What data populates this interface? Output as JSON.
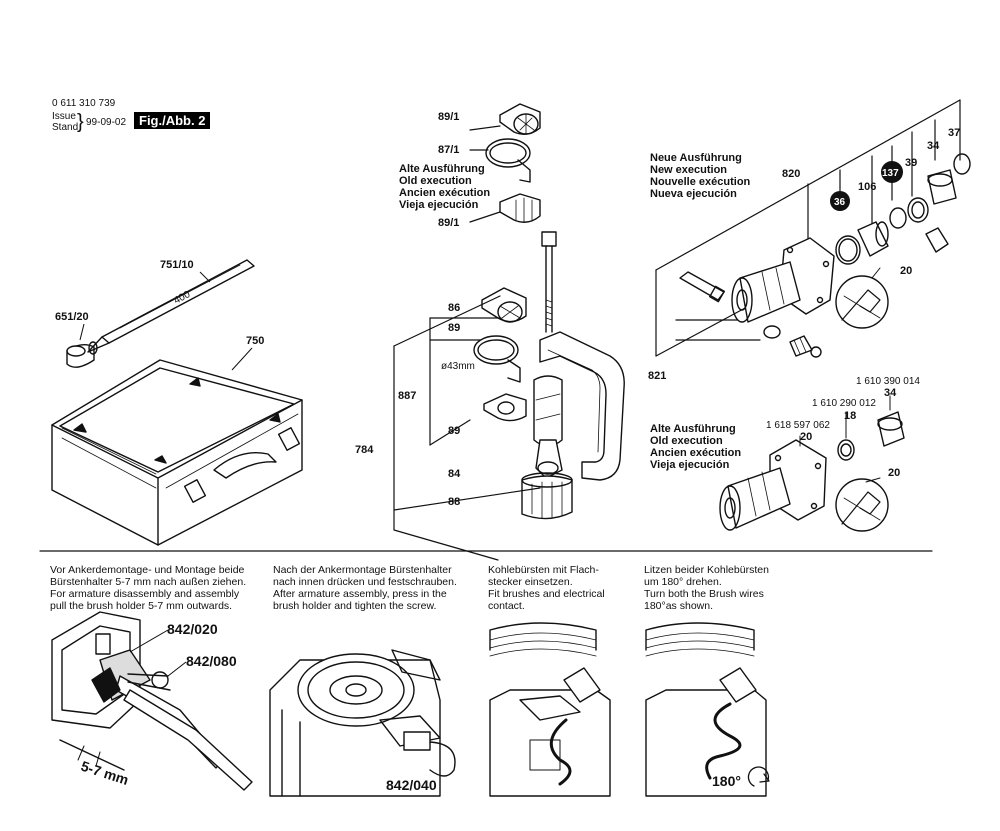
{
  "header": {
    "part_number": "0 611 310 739",
    "issue_label": "Issue",
    "stand_label": "Stand",
    "brace": "}",
    "date": "99-09-02",
    "figure": "Fig./Abb. 2"
  },
  "case": {
    "label": "750",
    "bit_label": "751/10",
    "bit_marking": "400",
    "sleeve_label": "651/20"
  },
  "center": {
    "top_89": "89/1",
    "top_87": "87/1",
    "old_exec": [
      "Alte Ausführung",
      "Old execution",
      "Ancien exécution",
      "Vieja ejecución"
    ],
    "bottom_89": "89/1",
    "l86": "86",
    "l89a": "89",
    "diam": "ø43mm",
    "l887": "887",
    "l89b": "89",
    "l784": "784",
    "l84": "84",
    "l88": "88"
  },
  "right": {
    "new_exec": [
      "Neue Ausführung",
      "New execution",
      "Nouvelle exécution",
      "Nueva ejecución"
    ],
    "l820": "820",
    "l36": "36",
    "l106": "106",
    "l137": "137",
    "l39": "39",
    "l34": "34",
    "l37": "37",
    "l20a": "20",
    "l821": "821",
    "old_exec": [
      "Alte Ausführung",
      "Old execution",
      "Ancien exécution",
      "Vieja ejecución"
    ],
    "pn1": "1 610 390 014",
    "pn1_item": "34",
    "pn2": "1 610 290 012",
    "pn2_item": "18",
    "pn3": "1 618 597 062",
    "pn3_item": "20",
    "l20b": "20"
  },
  "instructions": [
    {
      "lines": [
        "Vor Ankerdemontage- und Montage beide",
        "Bürstenhalter 5-7 mm nach außen ziehen.",
        "For armature disassembly and assembly",
        "pull the brush holder 5-7 mm outwards."
      ]
    },
    {
      "lines": [
        "Nach der Ankermontage Bürstenhalter",
        "nach innen drücken und festschrauben.",
        "After armature assembly, press in the",
        "brush holder and tighten the screw."
      ]
    },
    {
      "lines": [
        "Kohlebürsten mit Flach-",
        "stecker einsetzen.",
        "Fit brushes and electrical",
        "contact."
      ]
    },
    {
      "lines": [
        "Litzen beider Kohlebürsten",
        "um 180° drehen.",
        "Turn both the Brush wires",
        "180°as shown."
      ]
    }
  ],
  "details": {
    "l842_020": "842/020",
    "l842_080": "842/080",
    "measure": "5-7 mm",
    "l842_040": "842/040",
    "rotation": "180°"
  }
}
